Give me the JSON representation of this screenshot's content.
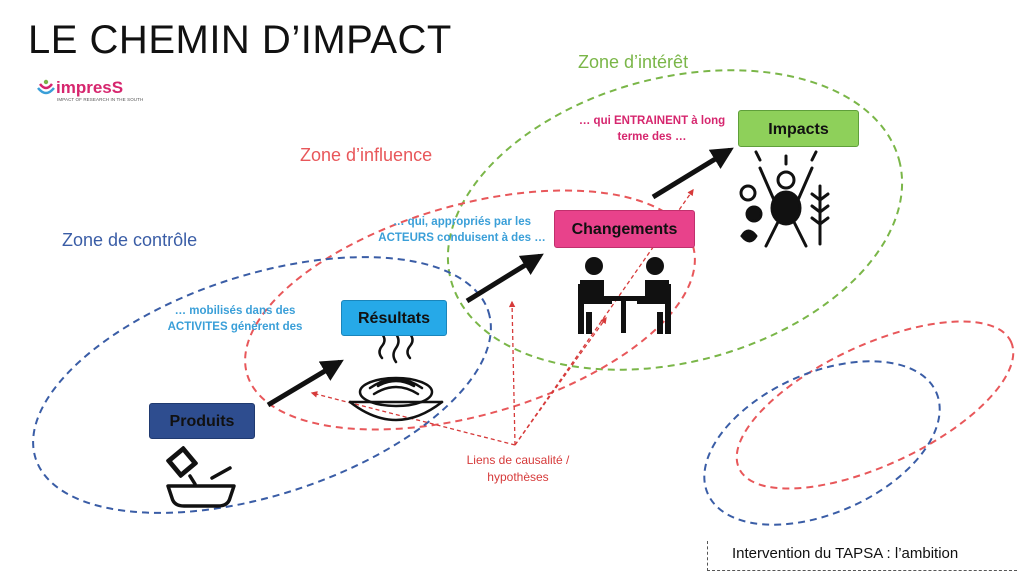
{
  "title": "LE CHEMIN D’IMPACT",
  "logo": {
    "name": "impresS",
    "tagline": "IMPACT OF RESEARCH IN THE SOUTH"
  },
  "zones": {
    "interet": "Zone d’intérêt",
    "influence": "Zone d’influence",
    "controle": "Zone de contrôle"
  },
  "notes": {
    "activites": "… mobilisés dans des ACTIVITES génèrent des",
    "acteurs": "… qui, appropriés par les ACTEURS conduisent à des …",
    "long_terme": "… qui ENTRAINENT à long terme des …"
  },
  "boxes": {
    "produits": "Produits",
    "resultats": "Résultats",
    "changements": "Changements",
    "impacts": "Impacts"
  },
  "causality_label": "Liens de causalité / hypothèses",
  "footer": "Intervention du TAPSA : l’ambition",
  "icons": {
    "produits": "cooking-pot-icon",
    "resultats": "noodle-bowl-icon",
    "changements": "meeting-table-icon",
    "impacts": "celebrating-person-icon"
  },
  "colors": {
    "interet": "#7ab648",
    "influence": "#e8575a",
    "controle": "#3a5da6",
    "produits": "#2e4d8f",
    "resultats": "#26a9e8",
    "changements": "#e8428b",
    "impacts": "#8ed05a"
  }
}
